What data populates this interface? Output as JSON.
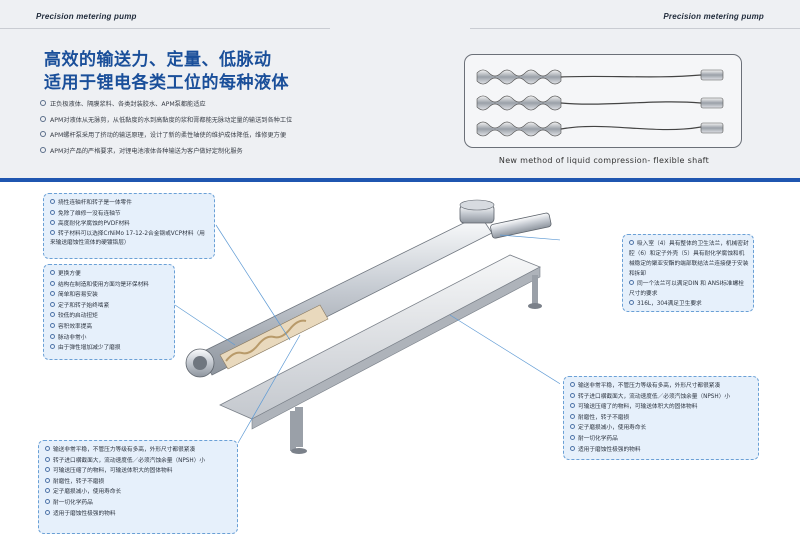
{
  "header": {
    "left_title": "Precision metering pump",
    "right_title": "Precision metering pump"
  },
  "headline": {
    "line1": "高效的输送力、定量、低脉动",
    "line2": "适用于锂电各类工位的每种液体"
  },
  "features": [
    "正负极液体、隔膜浆料、各类封装胶水、APM泵都能适应",
    "APM对液体从无脉剪，从低黏度的水到高黏度的浆和膏都能无脉动定量的输送到各种工位",
    "APM螺杆泵采用了挤动的输送原理，设计了新的柔性轴使的维护成体降低，维修更方便",
    "APM对产品的严格要求，对锂电池液体各种输送为客户做好定制化服务"
  ],
  "shaft_caption": "New method of liquid compression- flexible shaft",
  "callouts": {
    "top_left": [
      "挠性连轴杆和转子是一体零件",
      "免除了维修一没有连轴节",
      "高度耐化学腐蚀的PVDF材料",
      "转子材料可以选择CrNiMo 17-12-2合金钢或VCP材料（用来输送磨蚀性流体的硬镀铬层）"
    ],
    "mid_left": [
      "更换方便",
      "结构在制造和使用方面均是环保材料",
      "简单和容易安装",
      "定子和转子始终啮紧",
      "较低的启动扭矩",
      "容积效率提高",
      "脉动非常小",
      "由于弹性增加减少了磨损"
    ],
    "bottom_left": [
      "输送非常平稳，不管压力等级有多高，外形尺寸都很紧凑",
      "转子进口横截面大，流动速度低／必须汽蚀余量（NPSH）小",
      "可输送压缩了的物料，可输送体积大的固体物料",
      "耐磨性，转子不磨损",
      "定子磨损减小，使用寿命长",
      "耐一切化学药品",
      "适用于磨蚀性极强的物料"
    ],
    "top_right": [
      "吸入室（4）具有整体的卫生法兰，机械密封腔（6）和定子外壳（5）具有耐化学腐蚀和机械稳定的聚亚安酯的端部联结法兰连接便于安装和拆卸",
      "同一个法兰可以满足DIN 和 ANSI标准螺栓尺寸的要求",
      "316L，304满足卫生要求"
    ],
    "bottom_right": [
      "输送非常平稳，不管压力等级有多高，外形尺寸都很紧凑",
      "转子进口横截面大，流动速度低／必须汽蚀余量（NPSH）小",
      "可输送压缩了的物料，可输送体积大的固体物料",
      "耐磨性，转子不磨损",
      "定子磨损减小，使用寿命长",
      "耐一切化学药品",
      "适用于磨蚀性极强的物料"
    ]
  },
  "colors": {
    "accent_blue": "#1f56b0",
    "headline_blue": "#1a4f9a",
    "callout_bg": "#e6f0fb",
    "callout_border": "#6aa0d6"
  }
}
